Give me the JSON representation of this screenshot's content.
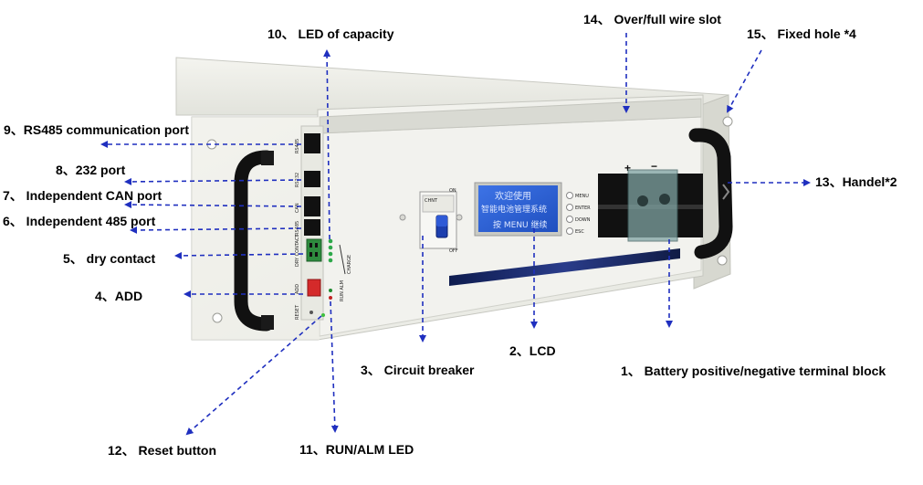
{
  "colors": {
    "arrow": "#1f2fbf",
    "panel": "#eeefe8",
    "handle": "#111111",
    "lcd": "#2b5fd6"
  },
  "labels": {
    "l1": "1、 Battery positive/negative terminal block",
    "l2": "2、LCD",
    "l3": "3、 Circuit breaker",
    "l4": "4、ADD",
    "l5": "5、 dry contact",
    "l6": "6、 Independent 485 port",
    "l7": "7、 Independent CAN port",
    "l8": "8、232 port",
    "l9": "9、RS485 communication port",
    "l10": "10、 LED of capacity",
    "l11": "11、RUN/ALM  LED",
    "l12": "12、 Reset button",
    "l13": "13、Handel*2",
    "l14": "14、 Over/full wire slot",
    "l15": "15、 Fixed hole  *4"
  },
  "device": {
    "lcd_line1": "欢迎使用",
    "lcd_line2": "智能电池管理系统",
    "lcd_line3": "按 MENU 继续",
    "lcd_buttons": [
      "MENU",
      "ENTER",
      "DOWN",
      "ESC"
    ],
    "port_labels": [
      "RS485",
      "RS232",
      "CAN",
      "RS485"
    ],
    "dry_contact": "DRY CONTACT",
    "add": "ADD",
    "reset": "RESET",
    "run_alm": "RUN ALM",
    "charge": "CHARGE",
    "breaker_on": "ON",
    "breaker_off": "OFF",
    "breaker_brand": "CHNT",
    "terminal_plus": "+",
    "terminal_minus": "−"
  }
}
